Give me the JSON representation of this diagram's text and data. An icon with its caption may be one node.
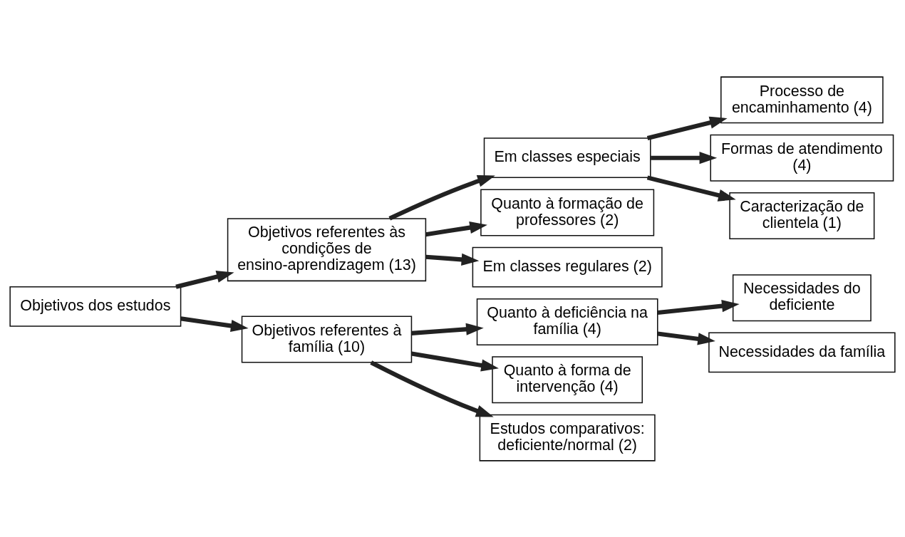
{
  "diagram": {
    "nodes": [
      {
        "text": [
          "Objetivos dos estudos"
        ]
      },
      {
        "text": [
          "Objetivos referentes às condições de ensino-aprendizagem (13)"
        ]
      },
      {
        "text": [
          "Em classes especiais"
        ]
      },
      {
        "text": [
          "Processo de encaminhamento (4)"
        ]
      },
      {
        "text": [
          "Formas de atendimento (4)"
        ]
      },
      {
        "text": [
          "Caracterização de clientela (1)"
        ]
      },
      {
        "text": [
          "Quanto à formação de professores (2)"
        ]
      },
      {
        "text": [
          "Em classes regulares (2)"
        ]
      },
      {
        "text": [
          "Objetivos referentes à família (10)"
        ]
      },
      {
        "text": [
          "Quanto à deficiência na família (4)"
        ]
      },
      {
        "text": [
          "Necessidades do deficiente"
        ]
      },
      {
        "text": [
          "Necessidades da família"
        ]
      },
      {
        "text": [
          "Quanto à forma de intervenção (4)"
        ]
      },
      {
        "text": [
          "Estudos comparativos: deficiente/normal (2)"
        ]
      }
    ],
    "edges": [
      {
        "from": 0,
        "to": 1,
        "arrow": "to"
      },
      {
        "from": 0,
        "to": 8,
        "arrow": "to"
      },
      {
        "from": 1,
        "to": 2,
        "arrow": "to"
      },
      {
        "from": 2,
        "to": 3,
        "arrow": "to"
      },
      {
        "from": 2,
        "to": 4,
        "arrow": "to"
      },
      {
        "from": 2,
        "to": 5,
        "arrow": "to"
      },
      {
        "from": 1,
        "to": 6,
        "arrow": "to"
      },
      {
        "from": 1,
        "to": 7,
        "arrow": "to"
      },
      {
        "from": 8,
        "to": 9,
        "arrow": "to"
      },
      {
        "from": 9,
        "to": 10,
        "arrow": "to"
      },
      {
        "from": 9,
        "to": 11,
        "arrow": "to"
      },
      {
        "from": 8,
        "to": 12,
        "arrow": "to"
      },
      {
        "from": 8,
        "to": 13,
        "arrow": "to"
      }
    ]
  }
}
